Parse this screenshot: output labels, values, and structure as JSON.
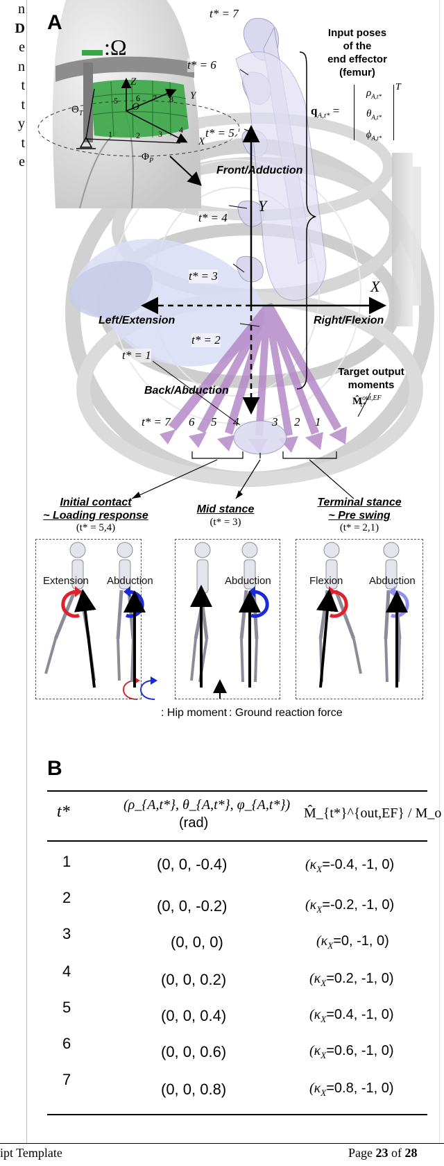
{
  "left_margin_text": [
    "n",
    "D",
    "e",
    "n",
    "t",
    "t",
    "y",
    "t",
    "e"
  ],
  "panel_a": {
    "letter": "A",
    "omega_label": ":Ω",
    "harness_labels": {
      "z": "Z",
      "y": "Y",
      "x": "X",
      "o": "O",
      "theta_t": "Θ",
      "theta_sub": "T",
      "phi_p": "Φ",
      "phi_sub": "P",
      "numbers": [
        "1",
        "2",
        "3",
        "4",
        "5",
        "6",
        "7",
        "8"
      ]
    },
    "input_title": [
      "Input poses",
      "of the",
      "end effector",
      "(femur)"
    ],
    "q_label": "q",
    "q_sub": "A,t*",
    "q_eq": "=",
    "q_entries": [
      "ρ",
      "θ",
      "ϕ"
    ],
    "q_entry_sub": "A,t*",
    "q_transpose": "T",
    "t_labels": [
      "t* = 7",
      "t* = 6",
      "t* = 5",
      "t* = 4",
      "t* = 3",
      "t* = 2",
      "t* = 1"
    ],
    "directions": {
      "front": "Front/Adduction",
      "left": "Left/Extension",
      "right": "Right/Flexion",
      "back": "Back/Abduction"
    },
    "axis_y": "Y",
    "axis_x": "X",
    "target_title": [
      "Target output",
      "moments"
    ],
    "target_symbol": "M̂",
    "target_sup": "out,EF",
    "target_sub": "t*",
    "bottom_t": "t* = 7",
    "bottom_nums": [
      "6",
      "5",
      "4",
      "3",
      "2",
      "1"
    ],
    "phases": [
      {
        "title": [
          "Initial contact",
          "~ Loading response"
        ],
        "sub": "(t* = 5,4)",
        "labels": [
          "Extension",
          "Abduction"
        ]
      },
      {
        "title": [
          "Mid stance"
        ],
        "sub": "(t* = 3)",
        "labels": [
          "",
          "Abduction"
        ]
      },
      {
        "title": [
          "Terminal stance",
          "~ Pre swing"
        ],
        "sub": "(t* = 2,1)",
        "labels": [
          "Flexion",
          "Abduction"
        ]
      }
    ],
    "legend": {
      "hip": ": Hip moment",
      "grf": ": Ground reaction force"
    },
    "colors": {
      "green": "#3aa646",
      "purple": "#b58ac8",
      "red": "#e0202a",
      "blue": "#1a2ad6",
      "lightblue": "#8e8ff0"
    }
  },
  "panel_b": {
    "letter": "B",
    "headers": {
      "col1": "t*",
      "col2_math": "(ρ_{A,t*}, θ_{A,t*}, φ_{A,t*})",
      "col2_unit": "(rad)",
      "col3": "M̂_{t*}^{out,EF} / M_o"
    },
    "rows": [
      {
        "t": "1",
        "pose": "(0, 0, -0.4)",
        "moment_val": "=-0.4, -1, 0)"
      },
      {
        "t": "2",
        "pose": "(0, 0, -0.2)",
        "moment_val": "=-0.2, -1, 0)"
      },
      {
        "t": "3",
        "pose": "(0, 0, 0)",
        "moment_val": "=0, -1, 0)"
      },
      {
        "t": "4",
        "pose": "(0, 0, 0.2)",
        "moment_val": "=0.2, -1, 0)"
      },
      {
        "t": "5",
        "pose": "(0, 0, 0.4)",
        "moment_val": "=0.4, -1, 0)"
      },
      {
        "t": "6",
        "pose": "(0, 0, 0.6)",
        "moment_val": "=0.6, -1, 0)"
      },
      {
        "t": "7",
        "pose": "(0, 0, 0.8)",
        "moment_val": "=0.8, -1, 0)"
      }
    ],
    "kappa_prefix": "(κ",
    "kappa_sub": "X"
  },
  "footer": {
    "left": "ipt Template",
    "page_prefix": "Page ",
    "page_num": "23",
    "page_mid": " of ",
    "page_total": "28"
  }
}
